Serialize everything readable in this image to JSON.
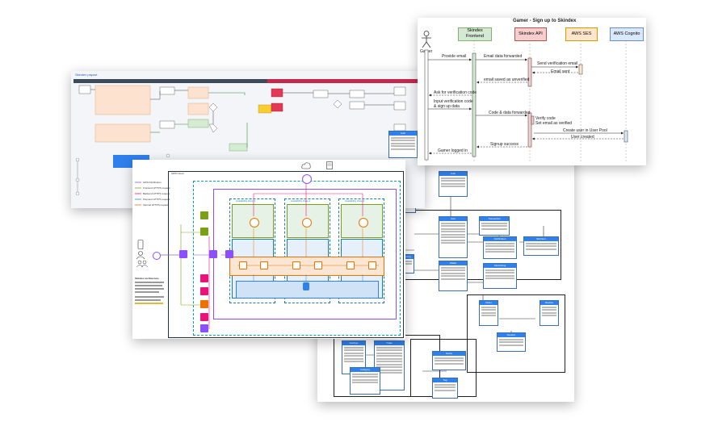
{
  "sequence": {
    "title": "Gamer - Sign up to Skindex",
    "actor": "Gamer",
    "participants": [
      {
        "name": "Skindex\nFrontend",
        "color": "#d5e8d4",
        "border": "#82b366"
      },
      {
        "name": "Skindex API",
        "color": "#f8cecc",
        "border": "#b85450"
      },
      {
        "name": "AWS SES",
        "color": "#ffe6cc",
        "border": "#d79b00"
      },
      {
        "name": "AWS Cognito",
        "color": "#dae8fc",
        "border": "#6c8ebf"
      }
    ],
    "messages": [
      "Provide email",
      "Email data forwarded",
      "Send verification email",
      "Email sent",
      "email saved as unverified",
      "Ask for verification code",
      "Input verification code\n& sign up data",
      "Code & data forwarded",
      "Verify code\nSet email as verified",
      "Create user in User Pool",
      "User created",
      "Signup success",
      "Gamer logged in"
    ]
  },
  "flowchart": {
    "title": "Skindex payout",
    "lanes": [
      "",
      ""
    ]
  },
  "architecture": {
    "title": "AWS Cloud",
    "legend": [
      {
        "label": "AWS Distribution",
        "color": "#8c4fff"
      },
      {
        "label": "Frontend HTTPS request",
        "color": "#7aa116"
      },
      {
        "label": "Backend HTTPS request",
        "color": "#e7157b"
      },
      {
        "label": "Payment HTTPS request",
        "color": "#2f80ed"
      },
      {
        "label": "Internal HTTPS request",
        "color": "#ed7100"
      }
    ],
    "zones": [
      "Availability Zone 1",
      "Availability Zone 2",
      "Availability Zone 3"
    ],
    "notes": "Skindex architecture"
  },
  "er_tables": [
    "Auth",
    "User",
    "Wallet",
    "Transaction",
    "Notification",
    "SkinItem",
    "SkinListing",
    "Payment",
    "Order",
    "Review",
    "Session",
    "Settings",
    "Trade",
    "Category",
    "Game",
    "Tag",
    "Discount",
    "Inventory"
  ],
  "er_groups": [
    "Trade",
    "Marketplace",
    "Payout",
    "Auth"
  ]
}
